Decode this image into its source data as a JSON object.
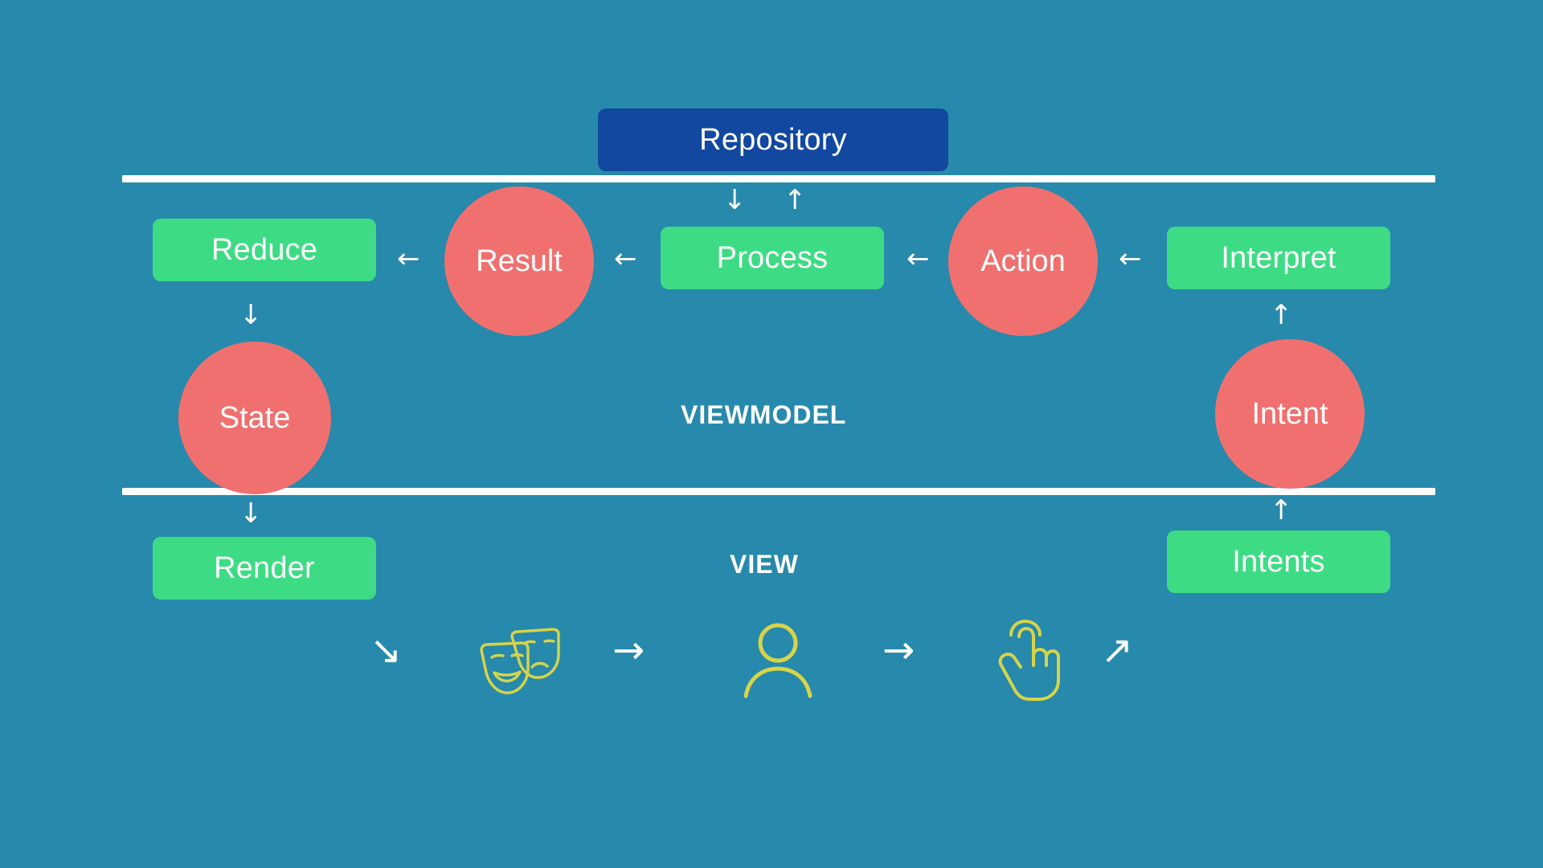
{
  "diagram": {
    "background_color": "#2789ab",
    "title_hidden": "",
    "colors": {
      "background": "#2789ab",
      "repository": "#1248a0",
      "action_box": "#3ddc84",
      "state_circle": "#f07070",
      "divider": "#ffffff",
      "icon_yellow": "#d6d44a",
      "text": "#ffffff"
    },
    "sections": {
      "viewmodel_label": "VIEWMODEL",
      "view_label": "VIEW"
    },
    "nodes": {
      "repository": "Repository",
      "reduce": "Reduce",
      "result": "Result",
      "process": "Process",
      "action": "Action",
      "interpret": "Interpret",
      "state": "State",
      "intent": "Intent",
      "render": "Render",
      "intents": "Intents"
    },
    "arrows": {
      "reduce_left": "←",
      "result_left": "←",
      "process_left": "←",
      "action_left": "←",
      "repo_down": "↓",
      "repo_up": "↑",
      "reduce_down": "↓",
      "state_down": "↓",
      "interpret_up": "↑",
      "intent_up": "↑",
      "render_out": "↘",
      "mask_to_user": "→",
      "user_to_tap": "→",
      "tap_to_intents": "↗"
    },
    "icons": {
      "masks": "theater-masks-icon",
      "person": "person-icon",
      "tap": "tap-hand-icon"
    }
  }
}
